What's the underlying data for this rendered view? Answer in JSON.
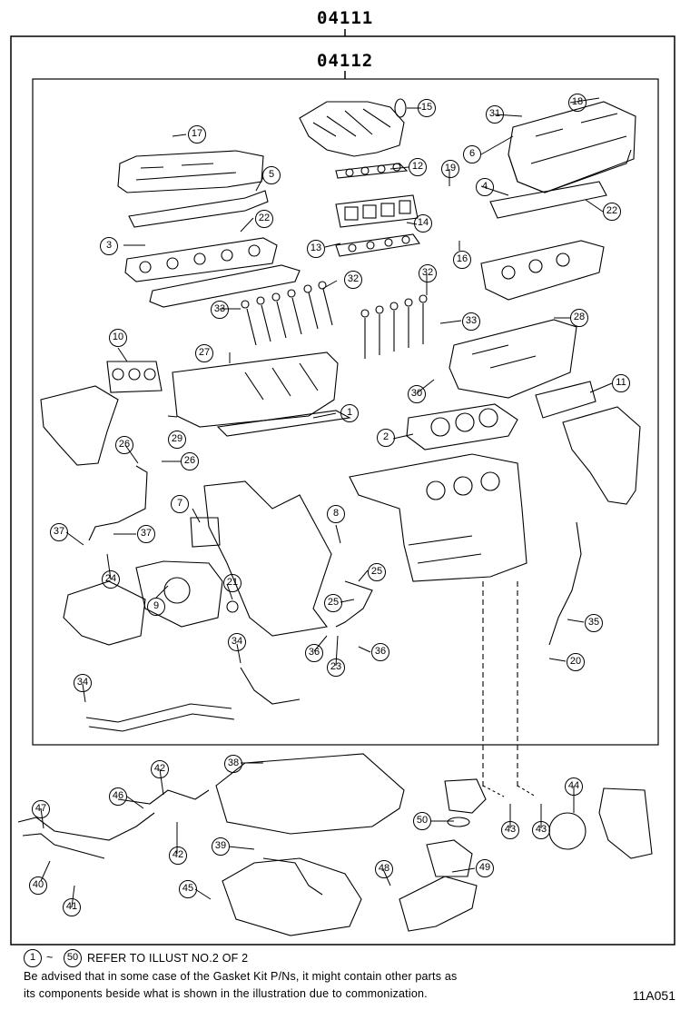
{
  "kits": {
    "outer_code": "04111",
    "inner_code": "04112"
  },
  "callouts": [
    "1",
    "2",
    "3",
    "4",
    "5",
    "6",
    "7",
    "8",
    "9",
    "10",
    "11",
    "12",
    "13",
    "14",
    "15",
    "16",
    "17",
    "18",
    "19",
    "20",
    "21",
    "22",
    "22",
    "23",
    "24",
    "25",
    "25",
    "26",
    "26",
    "27",
    "28",
    "29",
    "30",
    "31",
    "32",
    "32",
    "33",
    "33",
    "34",
    "34",
    "35",
    "36",
    "36",
    "37",
    "37",
    "38",
    "39",
    "40",
    "41",
    "42",
    "42",
    "43",
    "43",
    "44",
    "45",
    "46",
    "47",
    "48",
    "49",
    "50"
  ],
  "notes": {
    "range_start": "1",
    "range_tilde": "~",
    "range_end": "50",
    "refer_text": "REFER TO ILLUST NO.2 OF 2",
    "advice_line1": "Be advised that in some case of the Gasket Kit P/Ns,  it might contain other parts as",
    "advice_line2": "its components beside what is shown in the illustration due to commonization."
  },
  "illustration_code": "11A051"
}
